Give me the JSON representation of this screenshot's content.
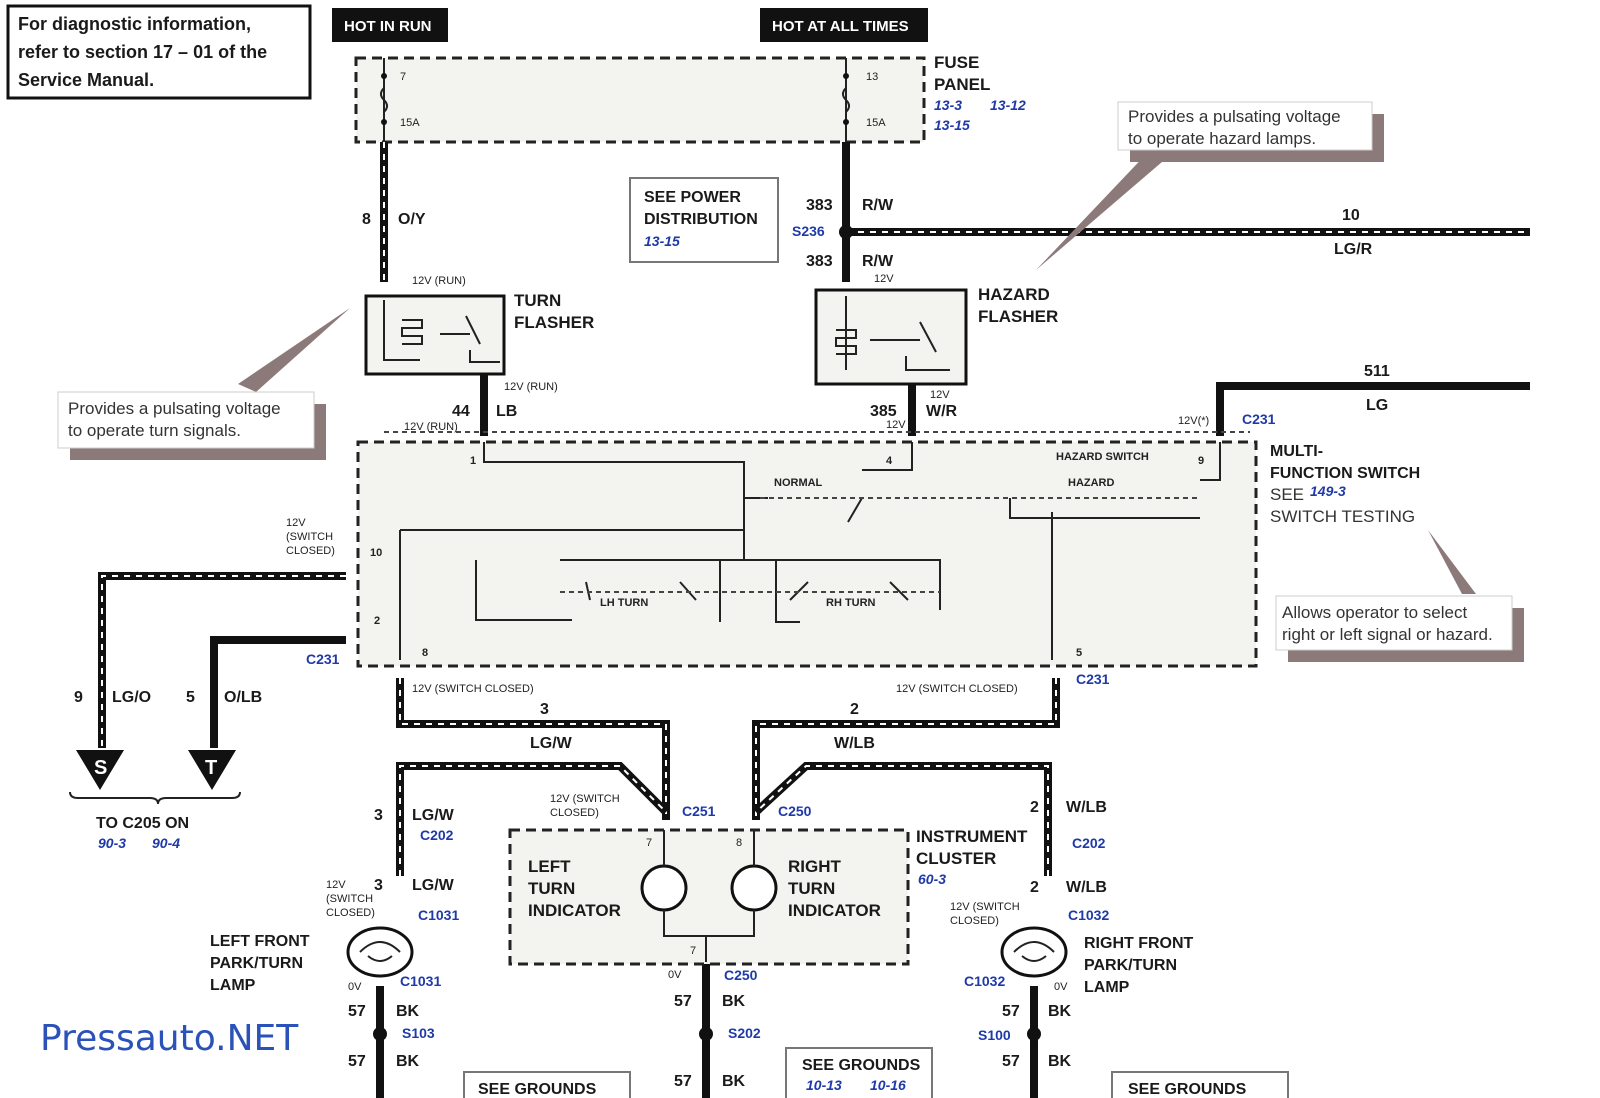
{
  "diag_note": {
    "line1": "For diagnostic information,",
    "line2": "refer to section 17 – 01 of the",
    "line3": "Service Manual."
  },
  "headers": {
    "hot_in_run": "HOT IN RUN",
    "hot_at_all_times": "HOT AT ALL TIMES"
  },
  "fuse_panel": {
    "title1": "FUSE",
    "title2": "PANEL",
    "ref1": "13-3",
    "ref2": "13-12",
    "ref3": "13-15",
    "fuse_left_num": "7",
    "fuse_left_amp": "15A",
    "fuse_right_num": "13",
    "fuse_right_amp": "15A"
  },
  "power_dist": {
    "line1": "SEE POWER",
    "line2": "DISTRIBUTION",
    "ref": "13-15"
  },
  "wires": {
    "w8": "8",
    "w8_color": "O/Y",
    "w383a": "383",
    "w383a_color": "R/W",
    "s236": "S236",
    "w383b": "383",
    "w383b_color": "R/W",
    "w10": "10",
    "w10_color": "LG/R",
    "w44": "44",
    "w44_color": "LB",
    "w385": "385",
    "w385_color": "W/R",
    "w511": "511",
    "w511_color": "LG",
    "w9": "9",
    "w9_color": "LG/O",
    "w5": "5",
    "w5_color": "O/LB",
    "w3": "3",
    "w3_color": "LG/W",
    "w2": "2",
    "w2_color": "W/LB",
    "w3b": "3",
    "w3b_color": "LG/W",
    "w3c": "3",
    "w3c_color": "LG/W",
    "w2b": "2",
    "w2b_color": "W/LB",
    "w2c": "2",
    "w2c_color": "W/LB",
    "w57a": "57",
    "w57a_color": "BK",
    "w57b": "57",
    "w57b_color": "BK",
    "w57c": "57",
    "w57c_color": "BK",
    "w57d": "57",
    "w57d_color": "BK",
    "w57e": "57",
    "w57e_color": "BK",
    "w57f": "57",
    "w57f_color": "BK"
  },
  "turn_flasher": {
    "title1": "TURN",
    "title2": "FLASHER",
    "v_run_top": "12V (RUN)",
    "v_run_bot": "12V (RUN)",
    "v_run_side": "12V (RUN)"
  },
  "hazard_flasher": {
    "title1": "HAZARD",
    "title2": "FLASHER",
    "v_top": "12V",
    "v_bot1": "12V",
    "v_bot2": "12V"
  },
  "callouts": {
    "turn_sig1": "Provides a pulsating voltage",
    "turn_sig2": "to operate turn signals.",
    "hazard1": "Provides a pulsating voltage",
    "hazard2": "to operate hazard lamps.",
    "select1": "Allows operator to select",
    "select2": "right or left signal or hazard."
  },
  "mfs": {
    "title1": "MULTI-",
    "title2": "FUNCTION SWITCH",
    "see": "SEE",
    "ref": "149-3",
    "testing": "SWITCH TESTING",
    "hazard_switch": "HAZARD SWITCH",
    "hazard": "HAZARD",
    "normal": "NORMAL",
    "lh_turn": "LH TURN",
    "rh_turn": "RH TURN",
    "pin1": "1",
    "pin4": "4",
    "pin9": "9",
    "pin10": "10",
    "pin2": "2",
    "pin8": "8",
    "pin5": "5",
    "v_star": "12V(*)",
    "v_sw1": "12V",
    "v_sw2": "(SWITCH",
    "v_sw3": "CLOSED)"
  },
  "connectors": {
    "c231_a": "C231",
    "c231_b": "C231",
    "c231_c": "C231",
    "c251": "C251",
    "c250_a": "C250",
    "c250_b": "C250",
    "c202_a": "C202",
    "c202_b": "C202",
    "c1031_a": "C1031",
    "c1031_b": "C1031",
    "c1032_a": "C1032",
    "c1032_b": "C1032",
    "s103": "S103",
    "s202": "S202",
    "s100": "S100"
  },
  "voltages": {
    "sw_closed_left": "12V (SWITCH CLOSED)",
    "sw_closed_right": "12V (SWITCH CLOSED)",
    "c251_v1": "12V (SWITCH",
    "c251_v2": "CLOSED)",
    "lf_v1": "12V",
    "lf_v2": "(SWITCH",
    "lf_v3": "CLOSED)",
    "rf_v1": "12V (SWITCH",
    "rf_v2": "CLOSED)",
    "zero_a": "0V",
    "zero_b": "0V",
    "zero_c": "0V"
  },
  "grounds_terms": {
    "s": "S",
    "t": "T",
    "to_c205": "TO C205 ON",
    "ref1": "90-3",
    "ref2": "90-4"
  },
  "cluster": {
    "title1": "INSTRUMENT",
    "title2": "CLUSTER",
    "ref": "60-3",
    "left1": "LEFT",
    "left2": "TURN",
    "left3": "INDICATOR",
    "right1": "RIGHT",
    "right2": "TURN",
    "right3": "INDICATOR",
    "pin7a": "7",
    "pin8": "8",
    "pin7b": "7"
  },
  "lamps": {
    "left1": "LEFT FRONT",
    "left2": "PARK/TURN",
    "left3": "LAMP",
    "right1": "RIGHT FRONT",
    "right2": "PARK/TURN",
    "right3": "LAMP"
  },
  "grounds": {
    "left": "SEE GROUNDS",
    "mid": "SEE GROUNDS",
    "mid_ref1": "10-13",
    "mid_ref2": "10-16",
    "right": "SEE GROUNDS"
  },
  "watermark": "Pressauto.NET"
}
